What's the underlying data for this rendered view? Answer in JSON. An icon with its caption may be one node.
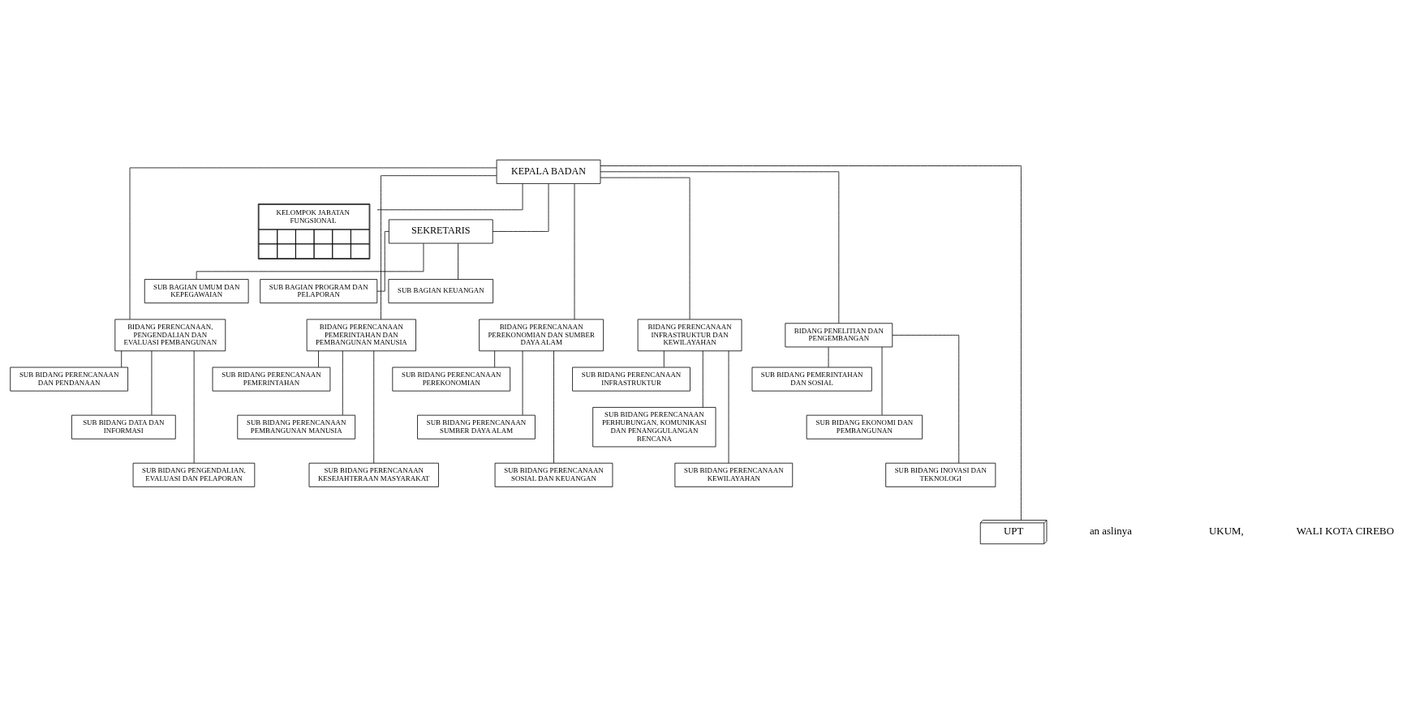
{
  "diagram": {
    "nodes": [
      {
        "text": [
          "KEPALA BADAN"
        ]
      },
      {
        "text": [
          "KELOMPOK JABATAN FUNGSIONAL"
        ]
      },
      {
        "text": [
          "SEKRETARIS"
        ]
      },
      {
        "text": [
          "SUB BAGIAN UMUM DAN KEPEGAWAIAN"
        ]
      },
      {
        "text": [
          "SUB BAGIAN PROGRAM DAN PELAPORAN"
        ]
      },
      {
        "text": [
          "SUB BAGIAN KEUANGAN"
        ]
      },
      {
        "text": [
          "BIDANG PERENCANAAN, PENGENDALIAN DAN EVALUASI PEMBANGUNAN"
        ]
      },
      {
        "text": [
          "BIDANG PERENCANAAN PEMERINTAHAN DAN PEMBANGUNAN MANUSIA"
        ]
      },
      {
        "text": [
          "BIDANG PERENCANAAN PEREKONOMIAN DAN SUMBER DAYA ALAM"
        ]
      },
      {
        "text": [
          "BIDANG PERENCANAAN INFRASTRUKTUR DAN KEWILAYAHAN"
        ]
      },
      {
        "text": [
          "BIDANG PENELITIAN DAN PENGEMBANGAN"
        ]
      },
      {
        "text": [
          "SUB BIDANG PERENCANAAN DAN PENDANAAN"
        ]
      },
      {
        "text": [
          "SUB BIDANG DATA DAN INFORMASI"
        ]
      },
      {
        "text": [
          "SUB BIDANG PENGENDALIAN, EVALUASI DAN PELAPORAN"
        ]
      },
      {
        "text": [
          "SUB BIDANG PERENCANAAN PEMERINTAHAN"
        ]
      },
      {
        "text": [
          "SUB BIDANG PERENCANAAN PEMBANGUNAN MANUSIA"
        ]
      },
      {
        "text": [
          "SUB BIDANG PERENCANAAN KESEJAHTERAAN MASYARAKAT"
        ]
      },
      {
        "text": [
          "SUB BIDANG PERENCANAAN PEREKONOMIAN"
        ]
      },
      {
        "text": [
          "SUB BIDANG PERENCANAAN SUMBER DAYA ALAM"
        ]
      },
      {
        "text": [
          "SUB BIDANG PERENCANAAN SOSIAL DAN KEUANGAN"
        ]
      },
      {
        "text": [
          "SUB BIDANG PERENCANAAN INFRASTRUKTUR"
        ]
      },
      {
        "text": [
          "SUB BIDANG PERENCANAAN PERHUBUNGAN, KOMUNIKASI DAN PENANGGULANGAN BENCANA"
        ]
      },
      {
        "text": [
          "SUB BIDANG PERENCANAAN KEWILAYAHAN"
        ]
      },
      {
        "text": [
          "SUB BIDANG PEMERINTAHAN DAN SOSIAL"
        ]
      },
      {
        "text": [
          "SUB BIDANG EKONOMI DAN PEMBANGUNAN"
        ]
      },
      {
        "text": [
          "SUB BIDANG INOVASI DAN TEKNOLOGI"
        ]
      },
      {
        "text": [
          "UPT"
        ]
      }
    ],
    "edges": [
      {
        "from": 0,
        "to": 1,
        "arrow": "none"
      },
      {
        "from": 0,
        "to": 2,
        "arrow": "none"
      },
      {
        "from": 2,
        "to": 3,
        "arrow": "none"
      },
      {
        "from": 2,
        "to": 4,
        "arrow": "none"
      },
      {
        "from": 2,
        "to": 5,
        "arrow": "none"
      },
      {
        "from": 0,
        "to": 6,
        "arrow": "none"
      },
      {
        "from": 0,
        "to": 7,
        "arrow": "none"
      },
      {
        "from": 0,
        "to": 8,
        "arrow": "none"
      },
      {
        "from": 0,
        "to": 9,
        "arrow": "none"
      },
      {
        "from": 0,
        "to": 10,
        "arrow": "none"
      },
      {
        "from": 6,
        "to": 11,
        "arrow": "none"
      },
      {
        "from": 6,
        "to": 12,
        "arrow": "none"
      },
      {
        "from": 6,
        "to": 13,
        "arrow": "none"
      },
      {
        "from": 7,
        "to": 14,
        "arrow": "none"
      },
      {
        "from": 7,
        "to": 15,
        "arrow": "none"
      },
      {
        "from": 7,
        "to": 16,
        "arrow": "none"
      },
      {
        "from": 8,
        "to": 17,
        "arrow": "none"
      },
      {
        "from": 8,
        "to": 18,
        "arrow": "none"
      },
      {
        "from": 8,
        "to": 19,
        "arrow": "none"
      },
      {
        "from": 9,
        "to": 20,
        "arrow": "none"
      },
      {
        "from": 9,
        "to": 21,
        "arrow": "none"
      },
      {
        "from": 9,
        "to": 22,
        "arrow": "none"
      },
      {
        "from": 10,
        "to": 23,
        "arrow": "none"
      },
      {
        "from": 10,
        "to": 24,
        "arrow": "none"
      },
      {
        "from": 10,
        "to": 25,
        "arrow": "none"
      },
      {
        "from": 0,
        "to": 26,
        "arrow": "none"
      }
    ],
    "labels": [
      "an aslinya",
      "UKUM,",
      "WALI KOTA CIREBO"
    ]
  }
}
